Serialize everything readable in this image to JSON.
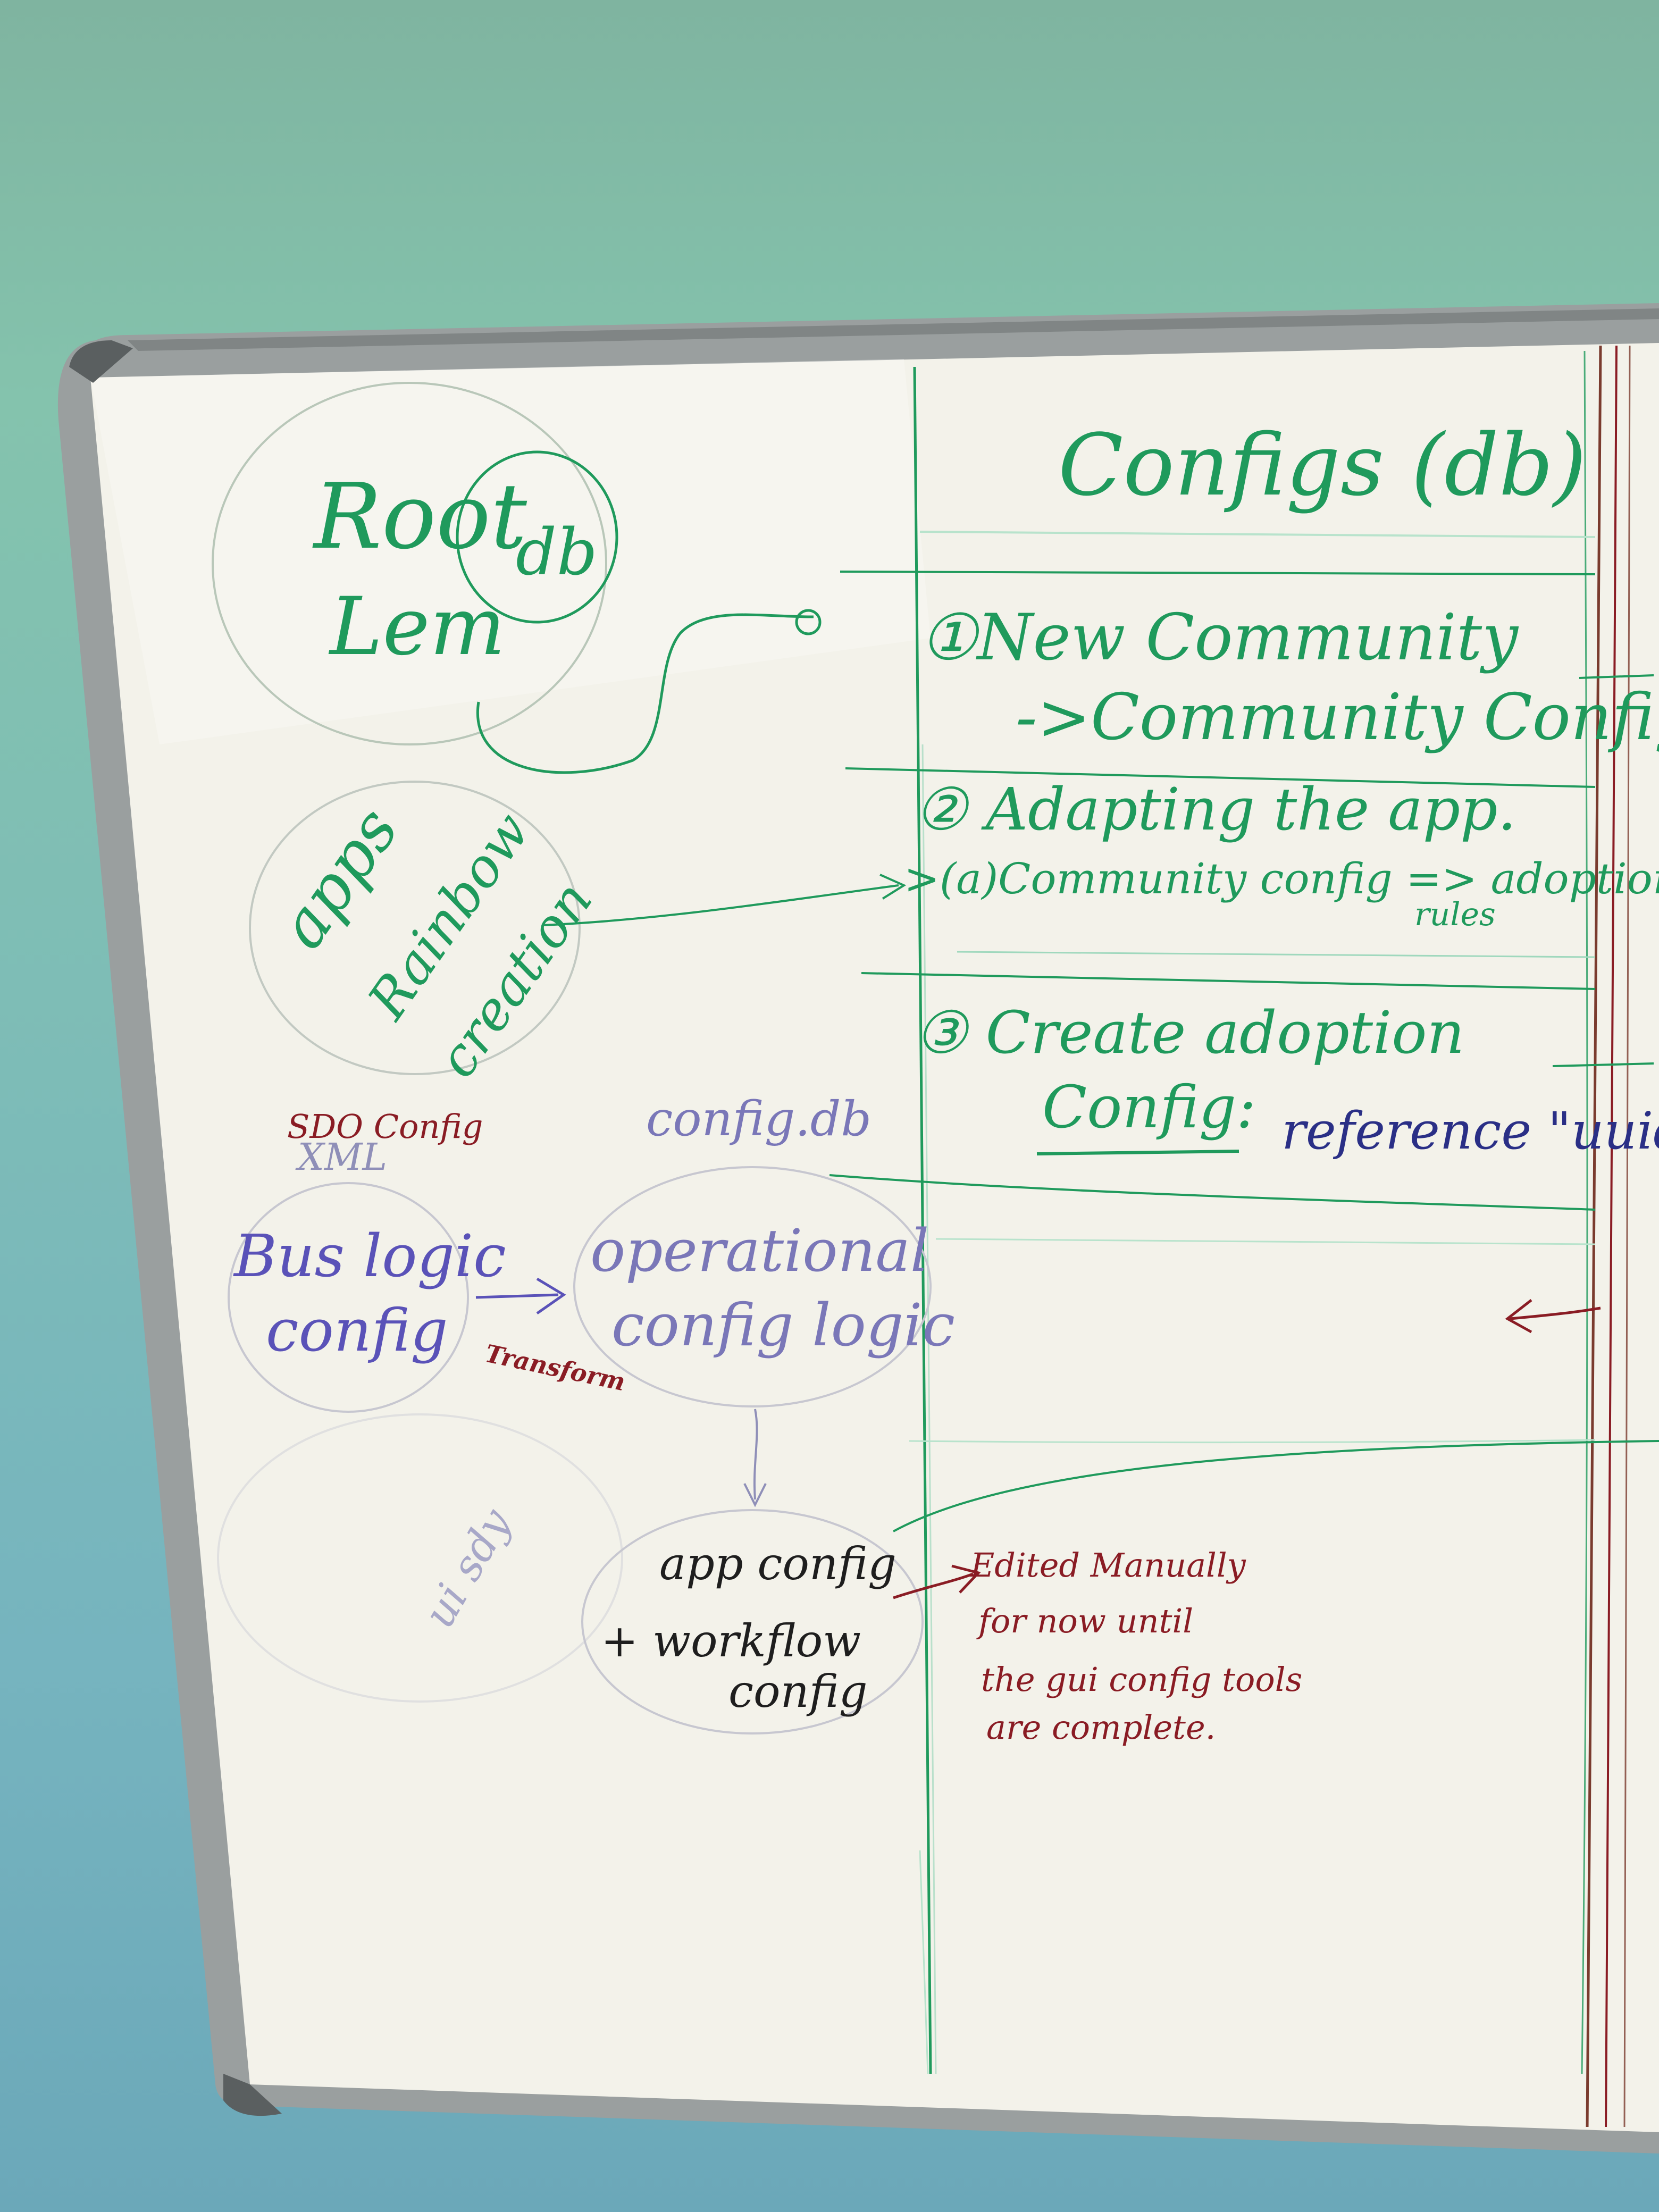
{
  "colors": {
    "wall_top": "#84c3ad",
    "wall_bottom": "#6ba8b9",
    "board_frame": "#9a9f9f",
    "board_surface": "#f3f2ea",
    "marker_green": "#1f9a5c",
    "marker_purple": "#5a52b8",
    "marker_maroon": "#8a1c24",
    "marker_navy": "#2a2f86",
    "line_green_faint": "#6cc39a",
    "line_brown": "#7a3b2e"
  },
  "left_column": {
    "root_circle": {
      "label_line1": "Root",
      "label_line2": "Lem",
      "inner_label": "db"
    },
    "apps_circle": {
      "label_line1": "apps",
      "label_line2": "Rainbow",
      "label_line3": "creation"
    },
    "sdo_config": {
      "label": "SDO Config",
      "sublabel": "XML"
    },
    "bus_logic_circle": {
      "label_line1": "Bus logic",
      "label_line2": "config"
    },
    "transform_label": "Transform",
    "config_db_label": "config.db",
    "operational_circle": {
      "label_line1": "operational",
      "label_line2": "config logic"
    },
    "app_config_circle": {
      "label_line1": "app config",
      "label_line2": "+ workflow",
      "label_line3": "config"
    },
    "faint_circle": {
      "label": "ui sdy"
    },
    "edited_note": {
      "line1": "Edited Manually",
      "line2": "for now until",
      "line3": "the gui config tools",
      "line4": "are complete."
    }
  },
  "right_column": {
    "header": "Configs (db)",
    "item1": {
      "line1": "①New Community",
      "line2": "->Community Configs."
    },
    "item2": {
      "line1": "② Adapting the app.",
      "line2": ">(a)Community config => adoption",
      "line3": "rules"
    },
    "item3": {
      "line1": "③ Create adoption",
      "line2": "Config:",
      "note": "reference \"uuid\""
    }
  }
}
